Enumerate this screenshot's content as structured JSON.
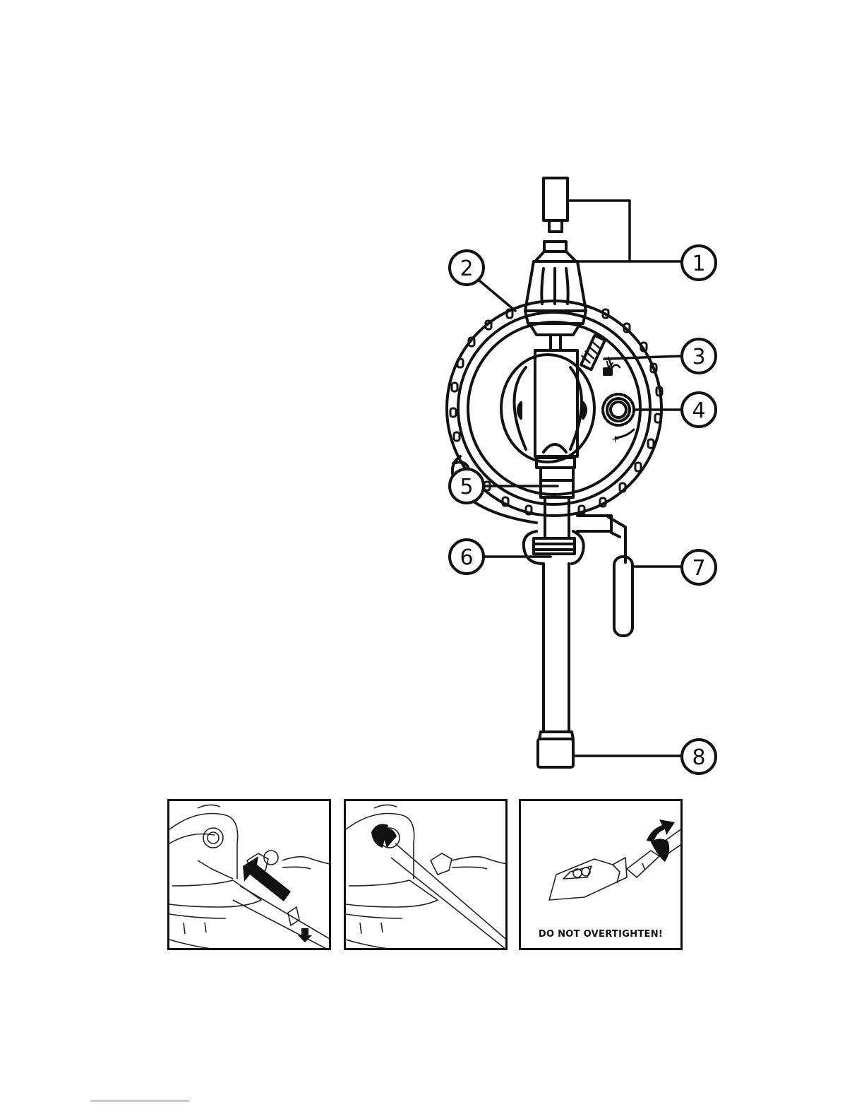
{
  "callouts": [
    {
      "id": "1",
      "label": "1"
    },
    {
      "id": "2",
      "label": "2"
    },
    {
      "id": "3",
      "label": "3"
    },
    {
      "id": "4",
      "label": "4"
    },
    {
      "id": "5",
      "label": "5"
    },
    {
      "id": "6",
      "label": "6"
    },
    {
      "id": "7",
      "label": "7"
    },
    {
      "id": "8",
      "label": "8"
    }
  ],
  "panels": {
    "warning": "DO NOT OVERTIGHTEN!"
  },
  "colors": {
    "line": "#111111",
    "footer_rule": "#2a3bd6"
  },
  "icons": {
    "unlock": "unlock-icon",
    "arrow_down": "arrow-down-icon",
    "arrow_insert": "arrow-insert-icon",
    "arrow_rotate": "rotate-arrow-icon"
  }
}
